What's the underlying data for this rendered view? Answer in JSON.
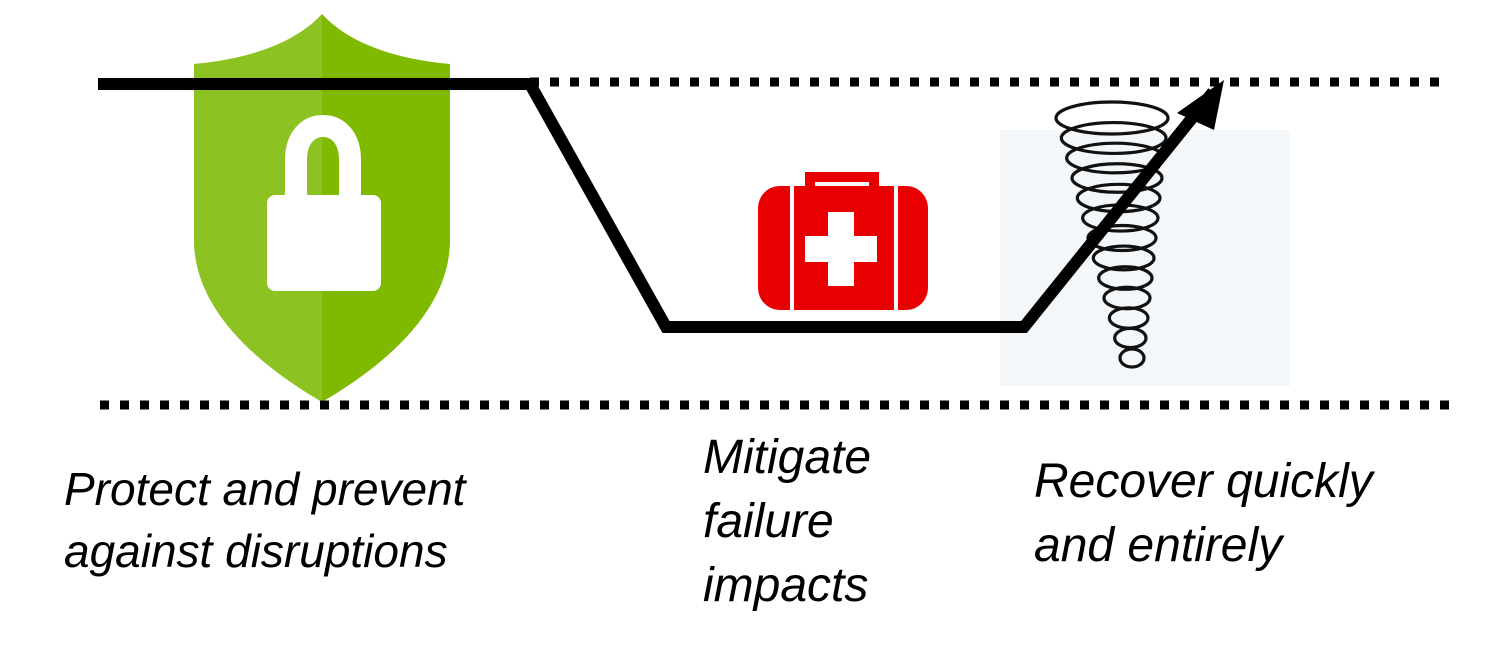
{
  "captions": {
    "protect": {
      "lines": [
        "Protect and prevent",
        "against disruptions"
      ]
    },
    "mitigate": {
      "lines": [
        "Mitigate",
        "failure",
        "impacts"
      ]
    },
    "recover": {
      "lines": [
        "Recover quickly",
        "and entirely"
      ]
    }
  },
  "icons": {
    "protect": "shield-lock-icon",
    "mitigate": "first-aid-kit-icon",
    "recover": "tornado-icon"
  },
  "colors": {
    "shield": "#7fba00",
    "shield_light": "#98c93c",
    "lock": "#ffffff",
    "first_aid_kit": "#e80000",
    "line": "#000000"
  }
}
